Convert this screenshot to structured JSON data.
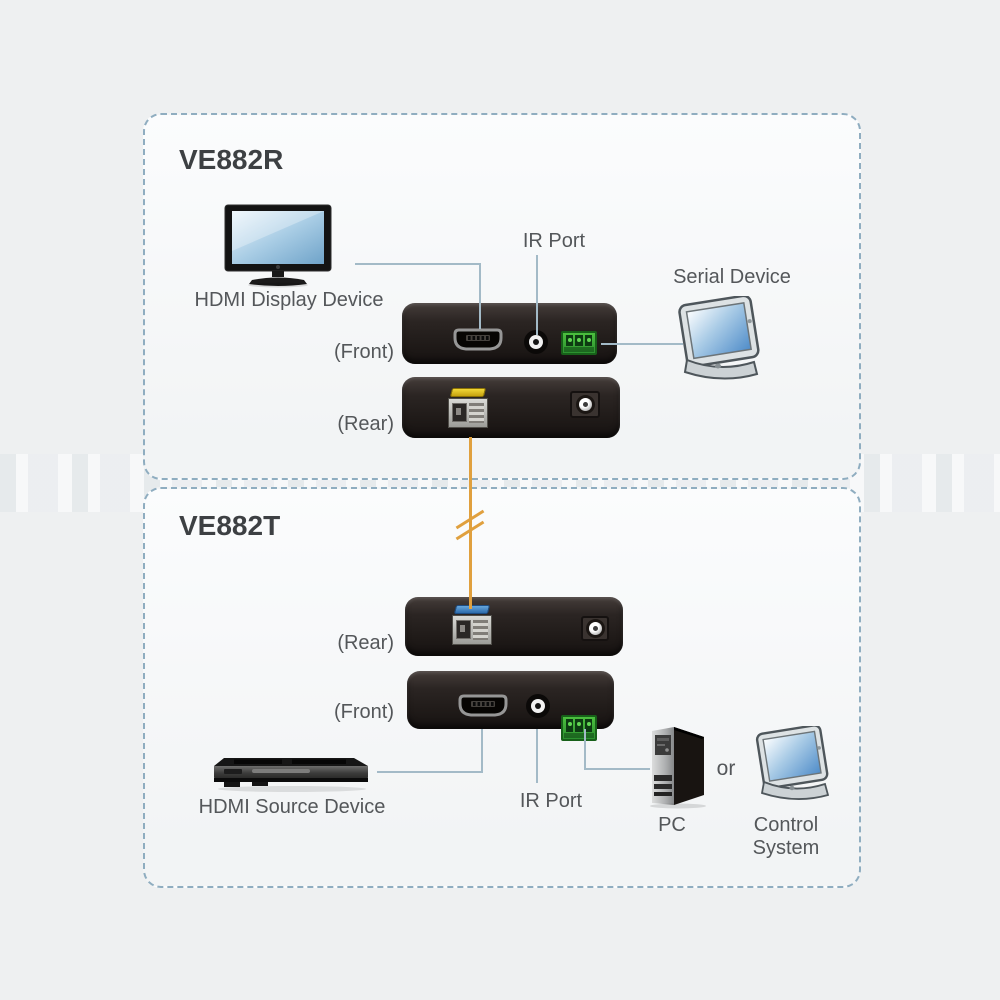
{
  "receiver": {
    "title": "VE882R",
    "display_device_label": "HDMI Display Device",
    "ir_port_label": "IR Port",
    "serial_device_label": "Serial Device",
    "front_label": "(Front)",
    "rear_label": "(Rear)"
  },
  "transmitter": {
    "title": "VE882T",
    "rear_label": "(Rear)",
    "front_label": "(Front)",
    "source_device_label": "HDMI Source Device",
    "ir_port_label": "IR Port",
    "pc_label": "PC",
    "or_label": "or",
    "control_system_line1": "Control",
    "control_system_line2": "System"
  },
  "icons": {
    "monitor": "hdmi-display-monitor",
    "serial_touchscreen": "serial-touchscreen-device",
    "dvd_player": "hdmi-source-player",
    "pc_tower": "pc-tower",
    "control_touchscreen": "control-system-touchscreen",
    "hdmi_port": "mini-hdmi-port",
    "ir_port": "ir-jack-port",
    "serial_terminal": "3-pin-green-terminal-block",
    "fiber_port": "sfp-fiber-optic-port",
    "power_jack": "dc-power-jack"
  },
  "colors": {
    "background": "#eef0f1",
    "box_dash_border": "#8fadc0",
    "connector_line": "#a3bac7",
    "fiber_cable_orange": "#e0a03e",
    "terminal_green": "#36a332",
    "fiber_port_top_receiver_yellow": "#e3c520",
    "fiber_port_top_transmitter_blue": "#3f7fc0",
    "label_text": "#54575a",
    "title_text": "#3d4043"
  }
}
